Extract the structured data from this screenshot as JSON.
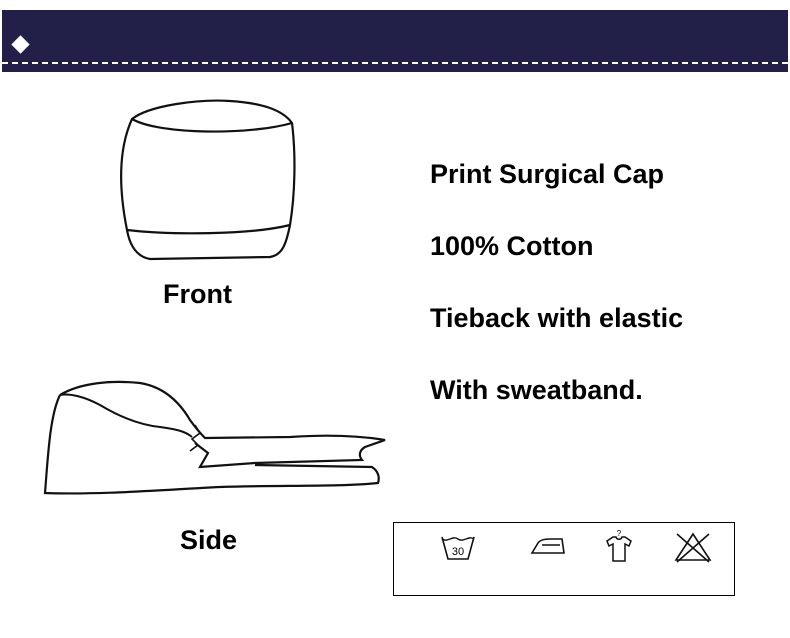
{
  "banner": {
    "color": "#221f48",
    "icon": "diamond-icon"
  },
  "drawings": {
    "front": {
      "label": "Front",
      "icon": "cap-front-drawing"
    },
    "side": {
      "label": "Side",
      "icon": "cap-side-drawing"
    }
  },
  "features": [
    "Print Surgical Cap",
    "100% Cotton",
    "Tieback with elastic",
    "With sweatband."
  ],
  "care": {
    "icons": [
      "wash-30-icon",
      "iron-icon",
      "tumble-dry-shirt-icon",
      "do-not-bleach-icon"
    ],
    "wash_temp": "30",
    "shirt_mark": "?"
  }
}
